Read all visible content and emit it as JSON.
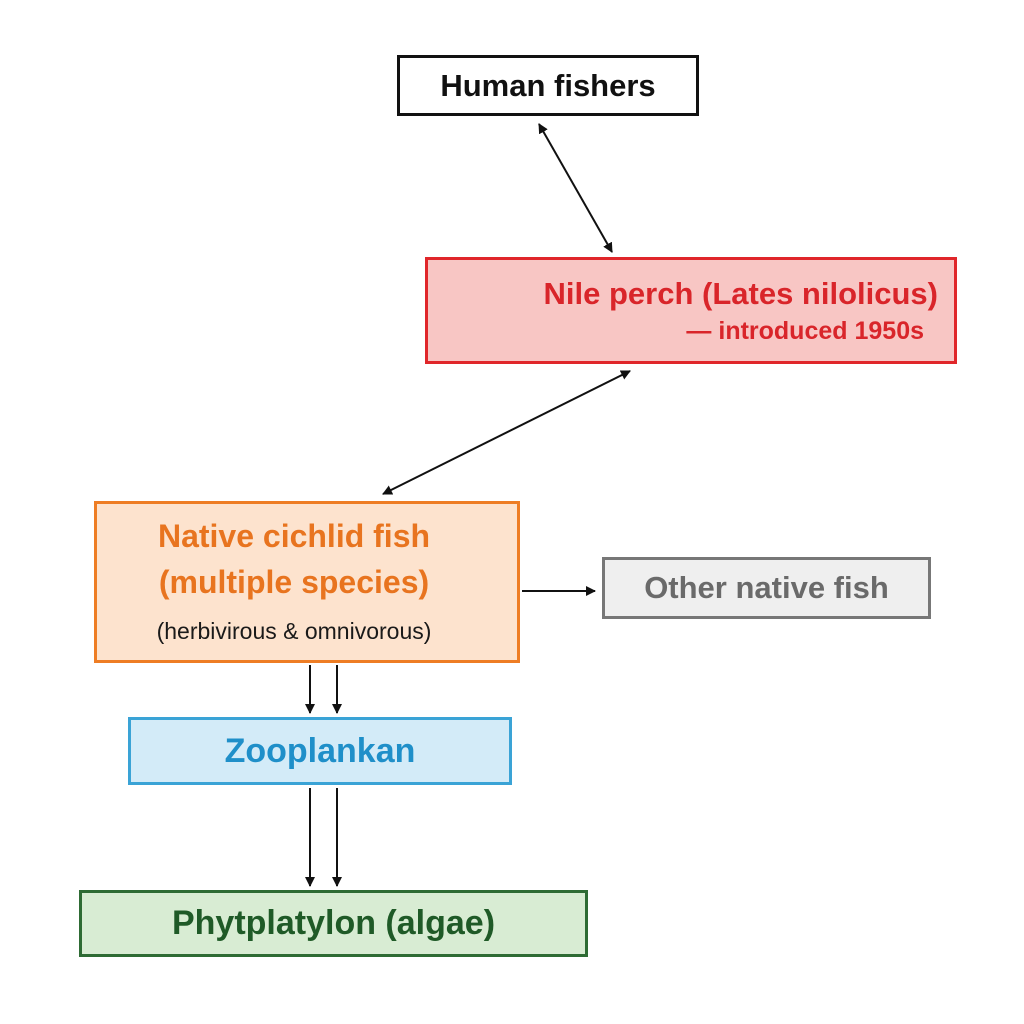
{
  "nodes": {
    "human": {
      "label": "Human fishers"
    },
    "perch": {
      "line1": "Nile perch (Lates nilolicus)",
      "line2": "— introduced 1950s"
    },
    "cichlid": {
      "line1": "Native cichlid fish",
      "line2": "(multiple species)",
      "line3": "(herbivirous & omnivorous)"
    },
    "other": {
      "label": "Other native fish"
    },
    "zoo": {
      "label": "Zooplankan"
    },
    "phyto": {
      "label": "Phytplatylon (algae)"
    }
  },
  "edges": [
    {
      "from": "human",
      "to": "perch",
      "direction": "both"
    },
    {
      "from": "perch",
      "to": "cichlid",
      "direction": "both"
    },
    {
      "from": "cichlid",
      "to": "other",
      "direction": "forward"
    },
    {
      "from": "cichlid",
      "to": "zoo",
      "direction": "forward",
      "count": 2
    },
    {
      "from": "zoo",
      "to": "phyto",
      "direction": "forward",
      "count": 2
    }
  ],
  "colors": {
    "human": "#111111",
    "perch": "#e0262a",
    "cichlid": "#ee7d24",
    "other": "#777777",
    "zoo": "#3aa3d6",
    "phyto": "#2e6b34",
    "arrow": "#111111"
  }
}
